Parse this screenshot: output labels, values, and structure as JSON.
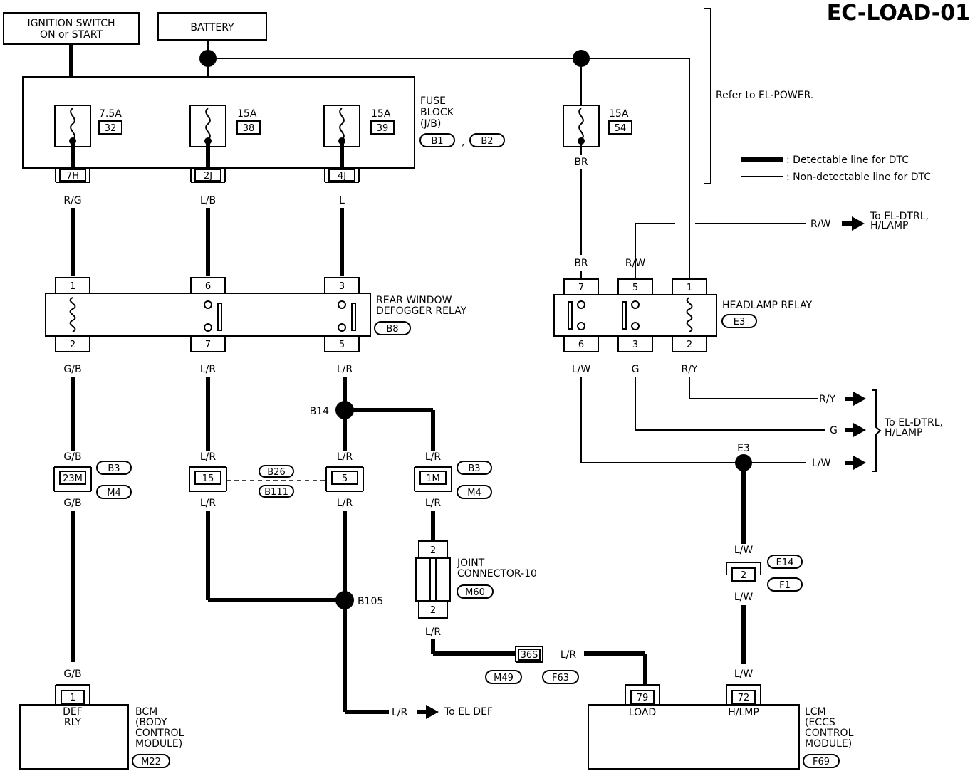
{
  "title": "EC-LOAD-01",
  "inputs": {
    "ignition": "IGNITION SWITCH\nON or START",
    "battery": "BATTERY"
  },
  "refer_note": "Refer to EL-POWER.",
  "legend": {
    "detectable": ": Detectable line for DTC",
    "non_detectable": ": Non-detectable line for DTC"
  },
  "fuse_block": {
    "label": "FUSE\nBLOCK\n(J/B)",
    "connectors": [
      "B1",
      "B2"
    ],
    "separator": ",",
    "fuses": [
      {
        "amp": "7.5A",
        "num": "32",
        "pin": "7H",
        "wire": "R/G"
      },
      {
        "amp": "15A",
        "num": "38",
        "pin": "2J",
        "wire": "L/B"
      },
      {
        "amp": "15A",
        "num": "39",
        "pin": "4J",
        "wire": "L"
      }
    ]
  },
  "fuse_54": {
    "amp": "15A",
    "num": "54",
    "wire": "BR"
  },
  "rear_relay": {
    "label": "REAR WINDOW\nDEFOGGER RELAY",
    "connector": "B8",
    "top_pins": [
      "1",
      "6",
      "3"
    ],
    "bottom_pins": [
      "2",
      "7",
      "5"
    ]
  },
  "headlamp_relay": {
    "label": "HEADLAMP RELAY",
    "connector": "E3",
    "top_pins": [
      "7",
      "5",
      "1"
    ],
    "bottom_pins": [
      "6",
      "3",
      "2"
    ],
    "top_wires": [
      "BR",
      "R/W"
    ],
    "bottom_wires": [
      "L/W",
      "G",
      "R/Y"
    ]
  },
  "to_dtrl_top": {
    "wire": "R/W",
    "text": "To EL-DTRL,\nH/LAMP"
  },
  "to_dtrl_right": {
    "wires": [
      "R/Y",
      "G",
      "L/W"
    ],
    "text": "To EL-DTRL,\nH/LAMP"
  },
  "junctions": {
    "b14": "B14",
    "b105": "B105",
    "e3": "E3"
  },
  "wires": {
    "gb": "G/B",
    "lr": "L/R",
    "lw": "L/W"
  },
  "connectors": {
    "c23m": "23M",
    "c15": "15",
    "c5": "5",
    "c1m": "1M",
    "b3": "B3",
    "m4": "M4",
    "b26": "B26",
    "b111": "B111",
    "e14": "E14",
    "f1": "F1",
    "c2": "2",
    "c36s": "36S",
    "m49": "M49",
    "f63": "F63"
  },
  "joint": {
    "label": "JOINT\nCONNECTOR-10",
    "connector": "M60",
    "pin_top": "2",
    "pin_bottom": "2"
  },
  "to_el_def": {
    "wire": "L/R",
    "text": "To EL DEF"
  },
  "bcm": {
    "pin": "1",
    "inner": "DEF\nRLY",
    "label": "BCM\n(BODY\nCONTROL\nMODULE)",
    "connector": "M22"
  },
  "lcm": {
    "pins": [
      "79",
      "72"
    ],
    "inner": [
      "LOAD",
      "H/LMP"
    ],
    "label": "LCM\n(ECCS\nCONTROL\nMODULE)",
    "connector": "F69"
  }
}
